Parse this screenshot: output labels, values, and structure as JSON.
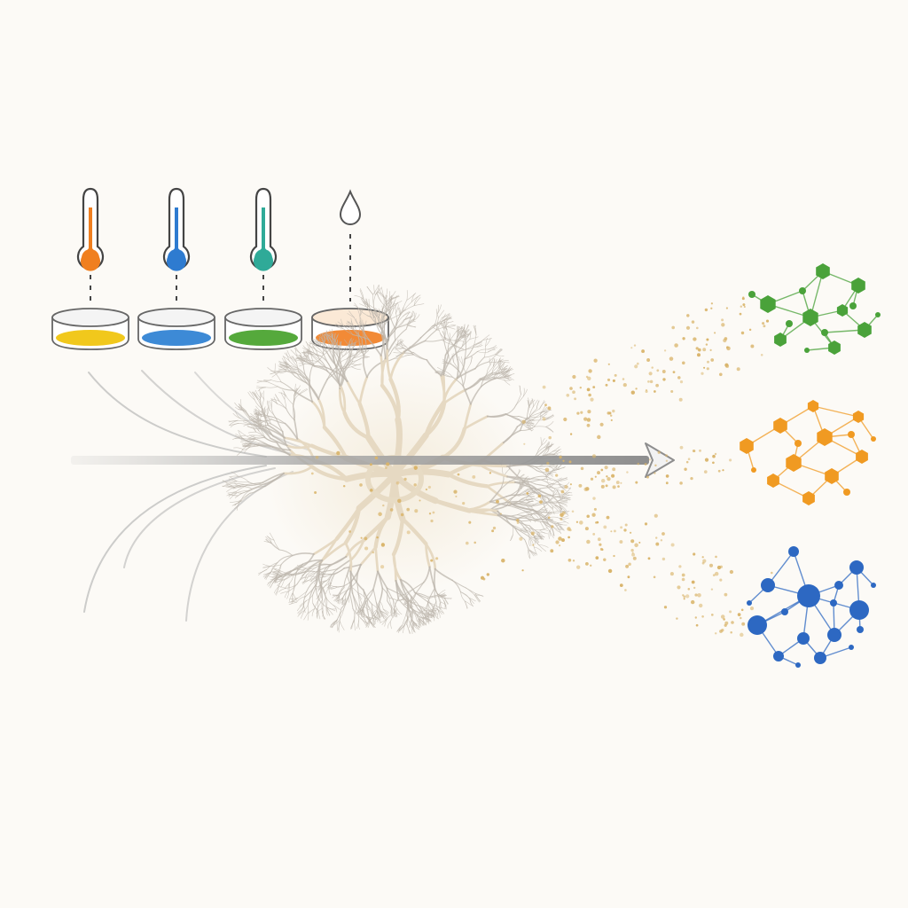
{
  "inputs": [
    {
      "id": "orange-thermometer",
      "icon": "thermometer-icon",
      "indicator_color": "#f07f1f",
      "dish_color": "#f1c81c"
    },
    {
      "id": "blue-thermometer",
      "icon": "thermometer-icon",
      "indicator_color": "#2e7bd0",
      "dish_color": "#3d8ad6"
    },
    {
      "id": "teal-thermometer",
      "icon": "thermometer-icon",
      "indicator_color": "#2faa98",
      "dish_color": "#55a93c"
    },
    {
      "id": "water-drop",
      "icon": "water-drop-icon",
      "indicator_color": "#555555",
      "dish_color": "#f28a36"
    }
  ],
  "process": {
    "arrow_color": "#8e8e8e",
    "mycelium_color": "#e8dcc6",
    "spore_color": "#d9b46a",
    "icons": [
      "mycelium-network-icon",
      "right-arrow-icon"
    ]
  },
  "outputs": [
    {
      "id": "green-network",
      "icon": "molecular-network-icon",
      "color": "#4aa23a",
      "shape": "hexagon"
    },
    {
      "id": "orange-network",
      "icon": "molecular-network-icon",
      "color": "#f09a22",
      "shape": "hexagon"
    },
    {
      "id": "blue-network",
      "icon": "molecular-network-icon",
      "color": "#2d68c2",
      "shape": "circle"
    }
  ],
  "background": "#fcfaf6"
}
